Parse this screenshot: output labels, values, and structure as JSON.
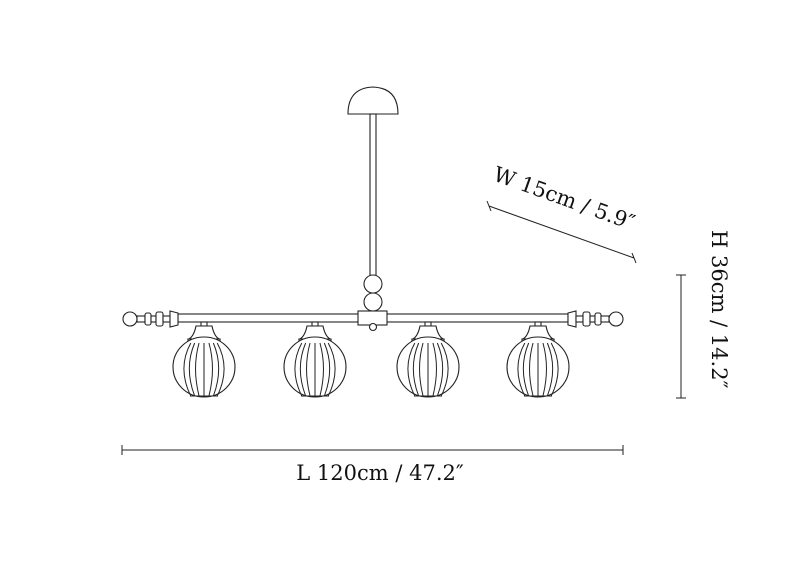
{
  "dimensions": {
    "length": "L 120cm /  47.2″",
    "width": "W 15cm /  5.9″",
    "height": "H 36cm /  14.2″"
  },
  "product": {
    "shade_count": 4,
    "line_color": "#222222"
  }
}
